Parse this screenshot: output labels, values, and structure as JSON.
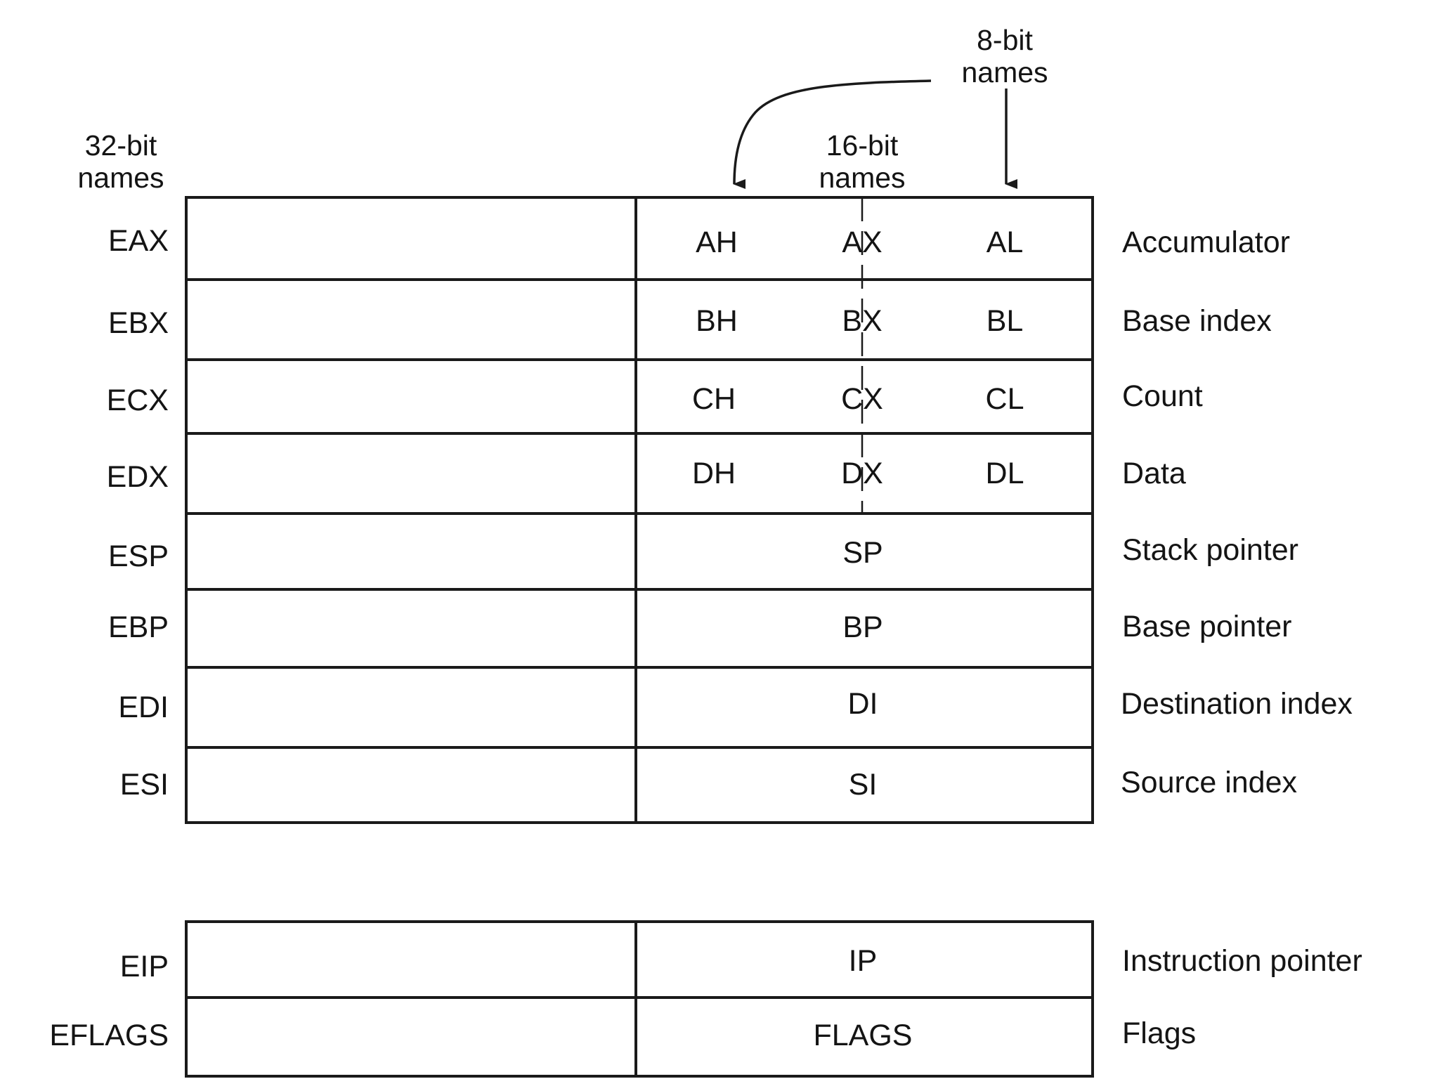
{
  "headers": {
    "bits32_line1": "32-bit",
    "bits32_line2": "names",
    "bits16_line1": "16-bit",
    "bits16_line2": "names",
    "bits8_line1": "8-bit",
    "bits8_line2": "names"
  },
  "general_registers": [
    {
      "name32": "EAX",
      "high8": "AH",
      "name16": "AX",
      "low8": "AL",
      "description": "Accumulator"
    },
    {
      "name32": "EBX",
      "high8": "BH",
      "name16": "BX",
      "low8": "BL",
      "description": "Base index"
    },
    {
      "name32": "ECX",
      "high8": "CH",
      "name16": "CX",
      "low8": "CL",
      "description": "Count"
    },
    {
      "name32": "EDX",
      "high8": "DH",
      "name16": "DX",
      "low8": "DL",
      "description": "Data"
    }
  ],
  "pointer_registers": [
    {
      "name32": "ESP",
      "name16": "SP",
      "description": "Stack pointer"
    },
    {
      "name32": "EBP",
      "name16": "BP",
      "description": "Base pointer"
    },
    {
      "name32": "EDI",
      "name16": "DI",
      "description": "Destination index"
    },
    {
      "name32": "ESI",
      "name16": "SI",
      "description": "Source index"
    }
  ],
  "control_registers": [
    {
      "name32": "EIP",
      "name16": "IP",
      "description": "Instruction pointer"
    },
    {
      "name32": "EFLAGS",
      "name16": "FLAGS",
      "description": "Flags"
    }
  ],
  "colors": {
    "line": "#1a1a1a",
    "text": "#141414",
    "background": "#ffffff"
  }
}
